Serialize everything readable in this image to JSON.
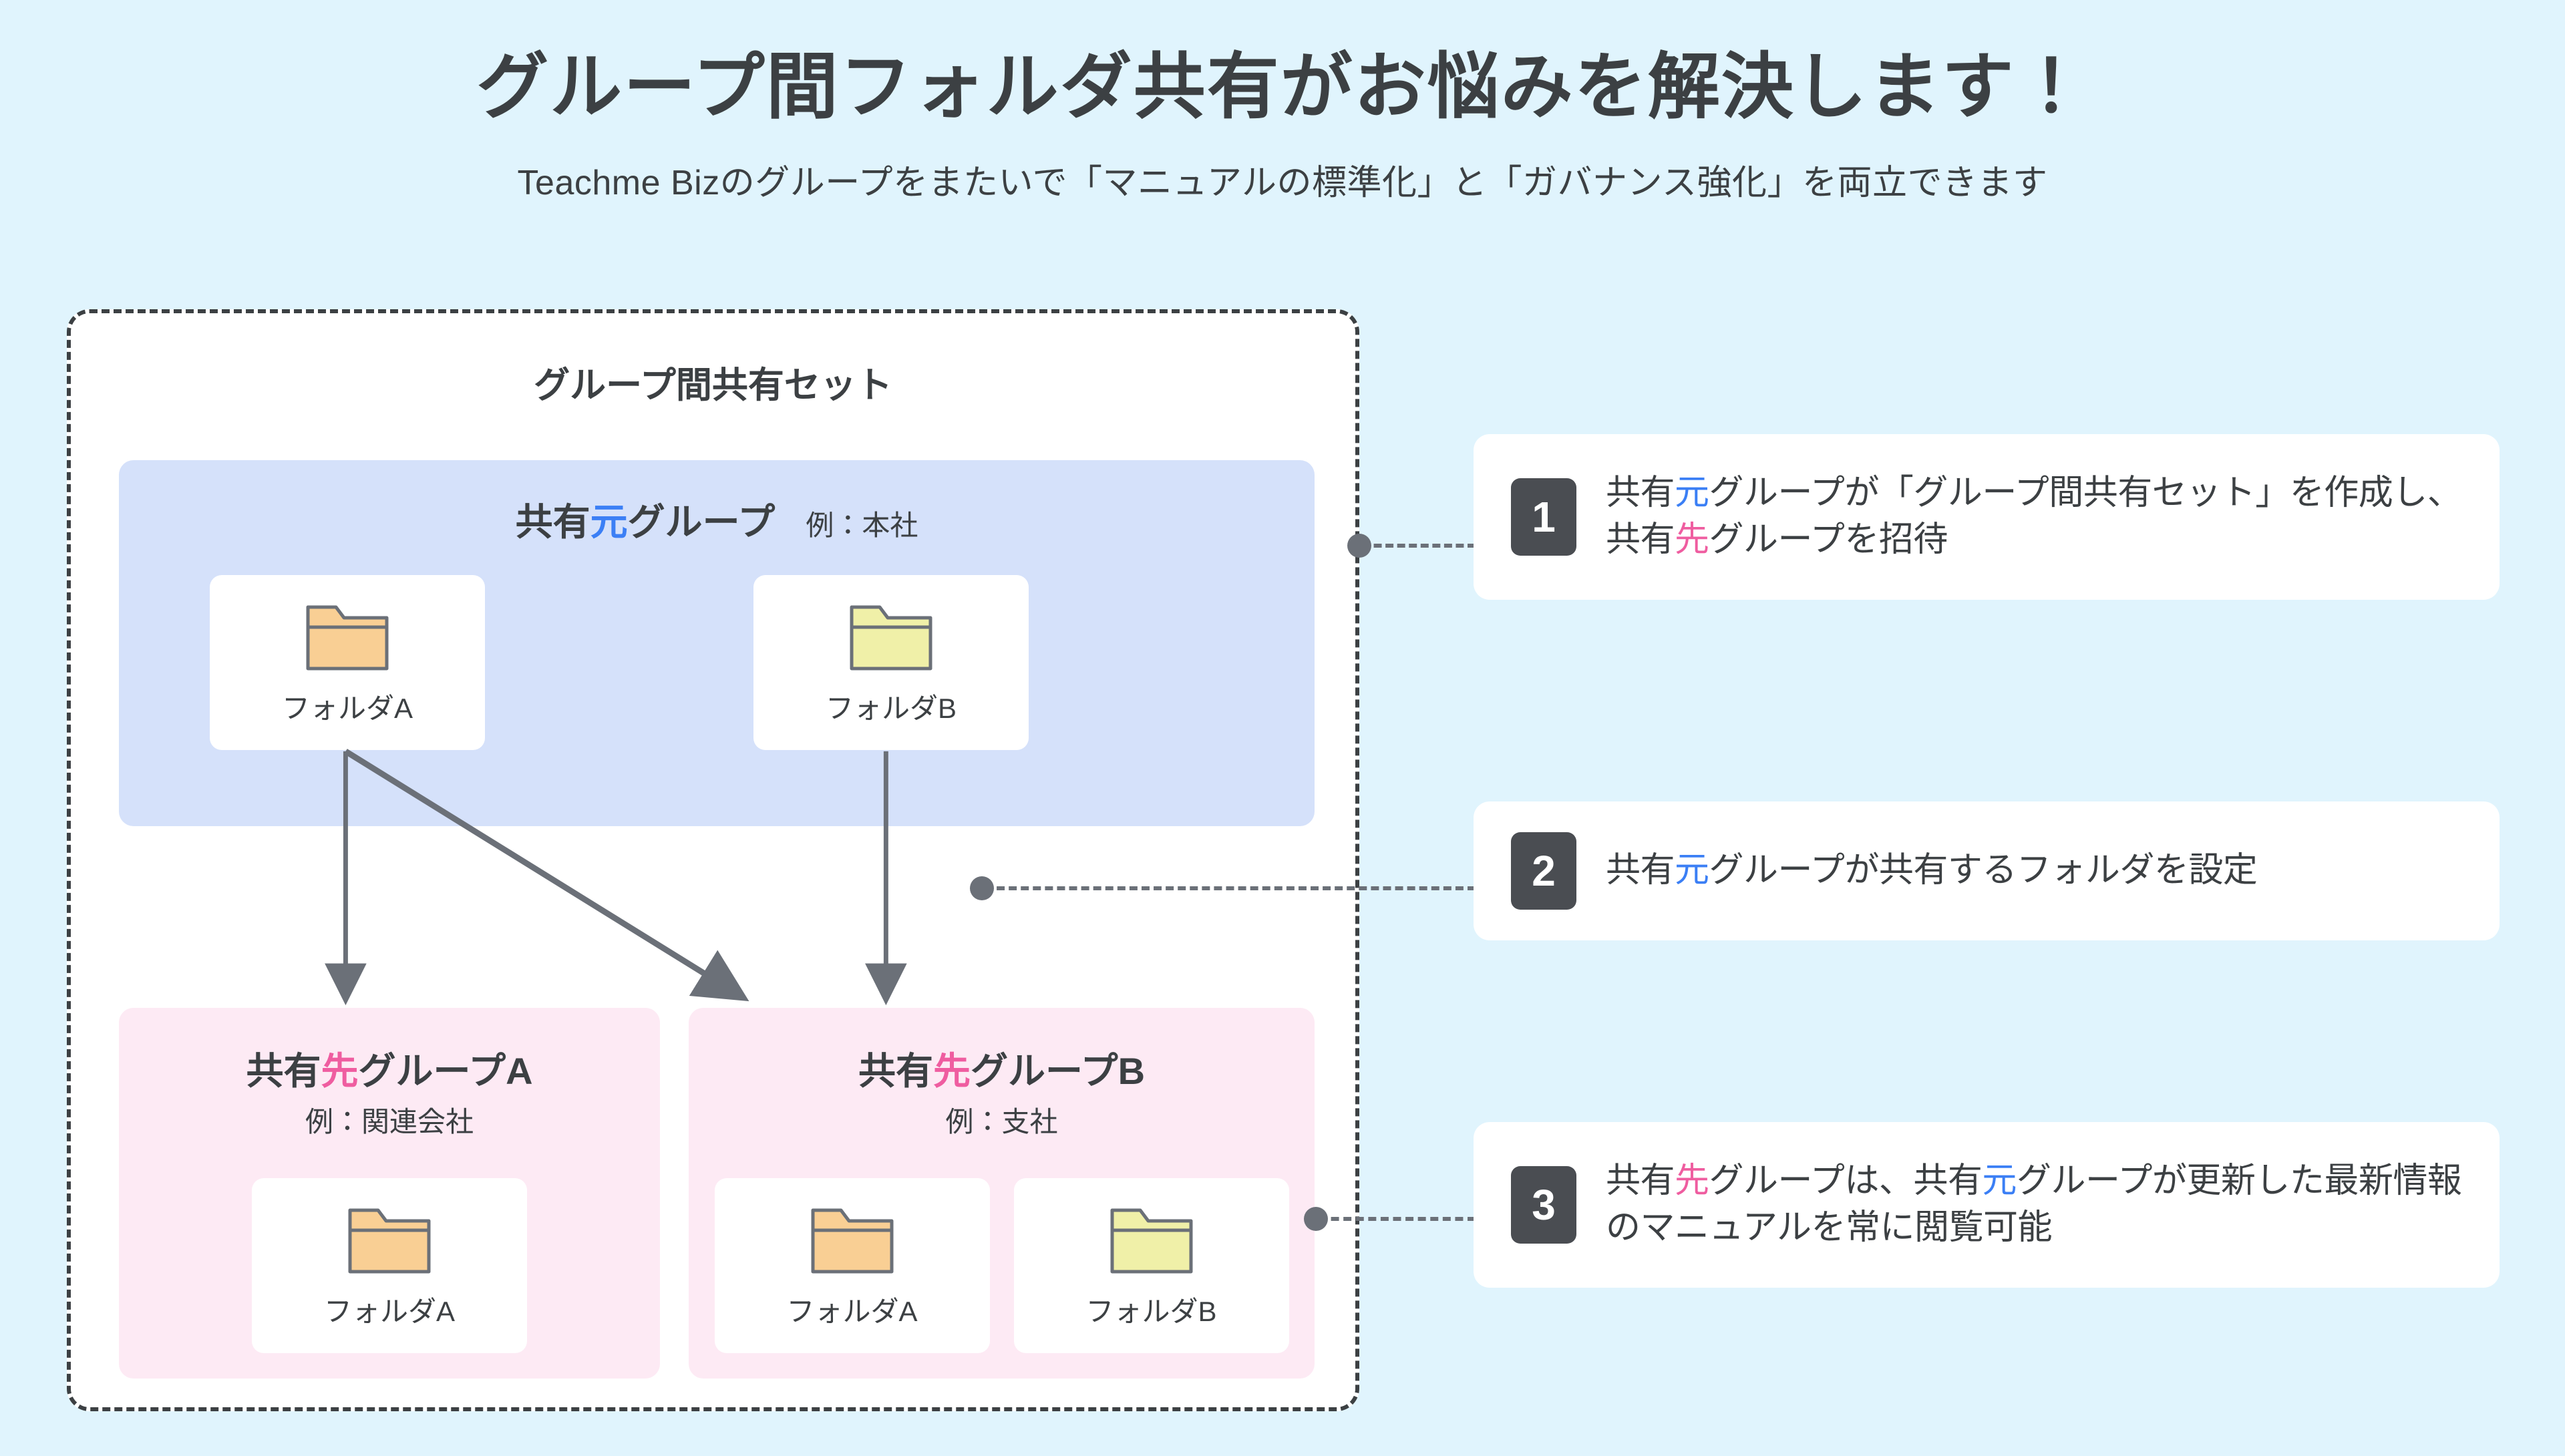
{
  "header": {
    "title": "グループ間フォルダ共有がお悩みを解決します！",
    "subtitle": "Teachme Bizのグループをまたいで「マニュアルの標準化」と「ガバナンス強化」を両立できます"
  },
  "colors": {
    "page_background": "#e0f4fd",
    "source_group_background": "#d5e1fa",
    "dest_group_background": "#fdeaf4",
    "accent_blue": "#3b7ff5",
    "accent_pink": "#ef5da0",
    "badge": "#4a4d52",
    "text": "#3c4043",
    "folder_orange": "#f9cf94",
    "folder_yellow": "#f0f0a8",
    "connector": "#6b7078"
  },
  "share_set": {
    "title": "グループ間共有セット",
    "source_group": {
      "name_prefix": "共有",
      "name_accent": "元",
      "name_suffix": "グループ",
      "example": "例：本社",
      "folders": [
        {
          "label": "フォルダA",
          "color": "orange"
        },
        {
          "label": "フォルダB",
          "color": "yellow"
        }
      ]
    },
    "dest_groups": [
      {
        "name_prefix": "共有",
        "name_accent": "先",
        "name_suffix": "グループA",
        "example": "例：関連会社",
        "folders": [
          {
            "label": "フォルダA",
            "color": "orange"
          }
        ]
      },
      {
        "name_prefix": "共有",
        "name_accent": "先",
        "name_suffix": "グループB",
        "example": "例：支社",
        "folders": [
          {
            "label": "フォルダA",
            "color": "orange"
          },
          {
            "label": "フォルダB",
            "color": "yellow"
          }
        ]
      }
    ]
  },
  "steps": [
    {
      "number": "1",
      "segments": [
        {
          "t": "共有",
          "c": "normal"
        },
        {
          "t": "元",
          "c": "blue"
        },
        {
          "t": "グループが「グループ間共有セット」を作成し、共有",
          "c": "normal"
        },
        {
          "t": "先",
          "c": "pink"
        },
        {
          "t": "グループを招待",
          "c": "normal"
        }
      ]
    },
    {
      "number": "2",
      "segments": [
        {
          "t": "共有",
          "c": "normal"
        },
        {
          "t": "元",
          "c": "blue"
        },
        {
          "t": "グループが共有するフォルダを設定",
          "c": "normal"
        }
      ]
    },
    {
      "number": "3",
      "segments": [
        {
          "t": "共有",
          "c": "pink-lead"
        },
        {
          "t": "先",
          "c": "pink"
        },
        {
          "t": "グループは、共有",
          "c": "normal"
        },
        {
          "t": "元",
          "c": "blue"
        },
        {
          "t": "グループが更新した最新情報のマニュアルを常に閲覧可能",
          "c": "normal"
        }
      ]
    }
  ]
}
